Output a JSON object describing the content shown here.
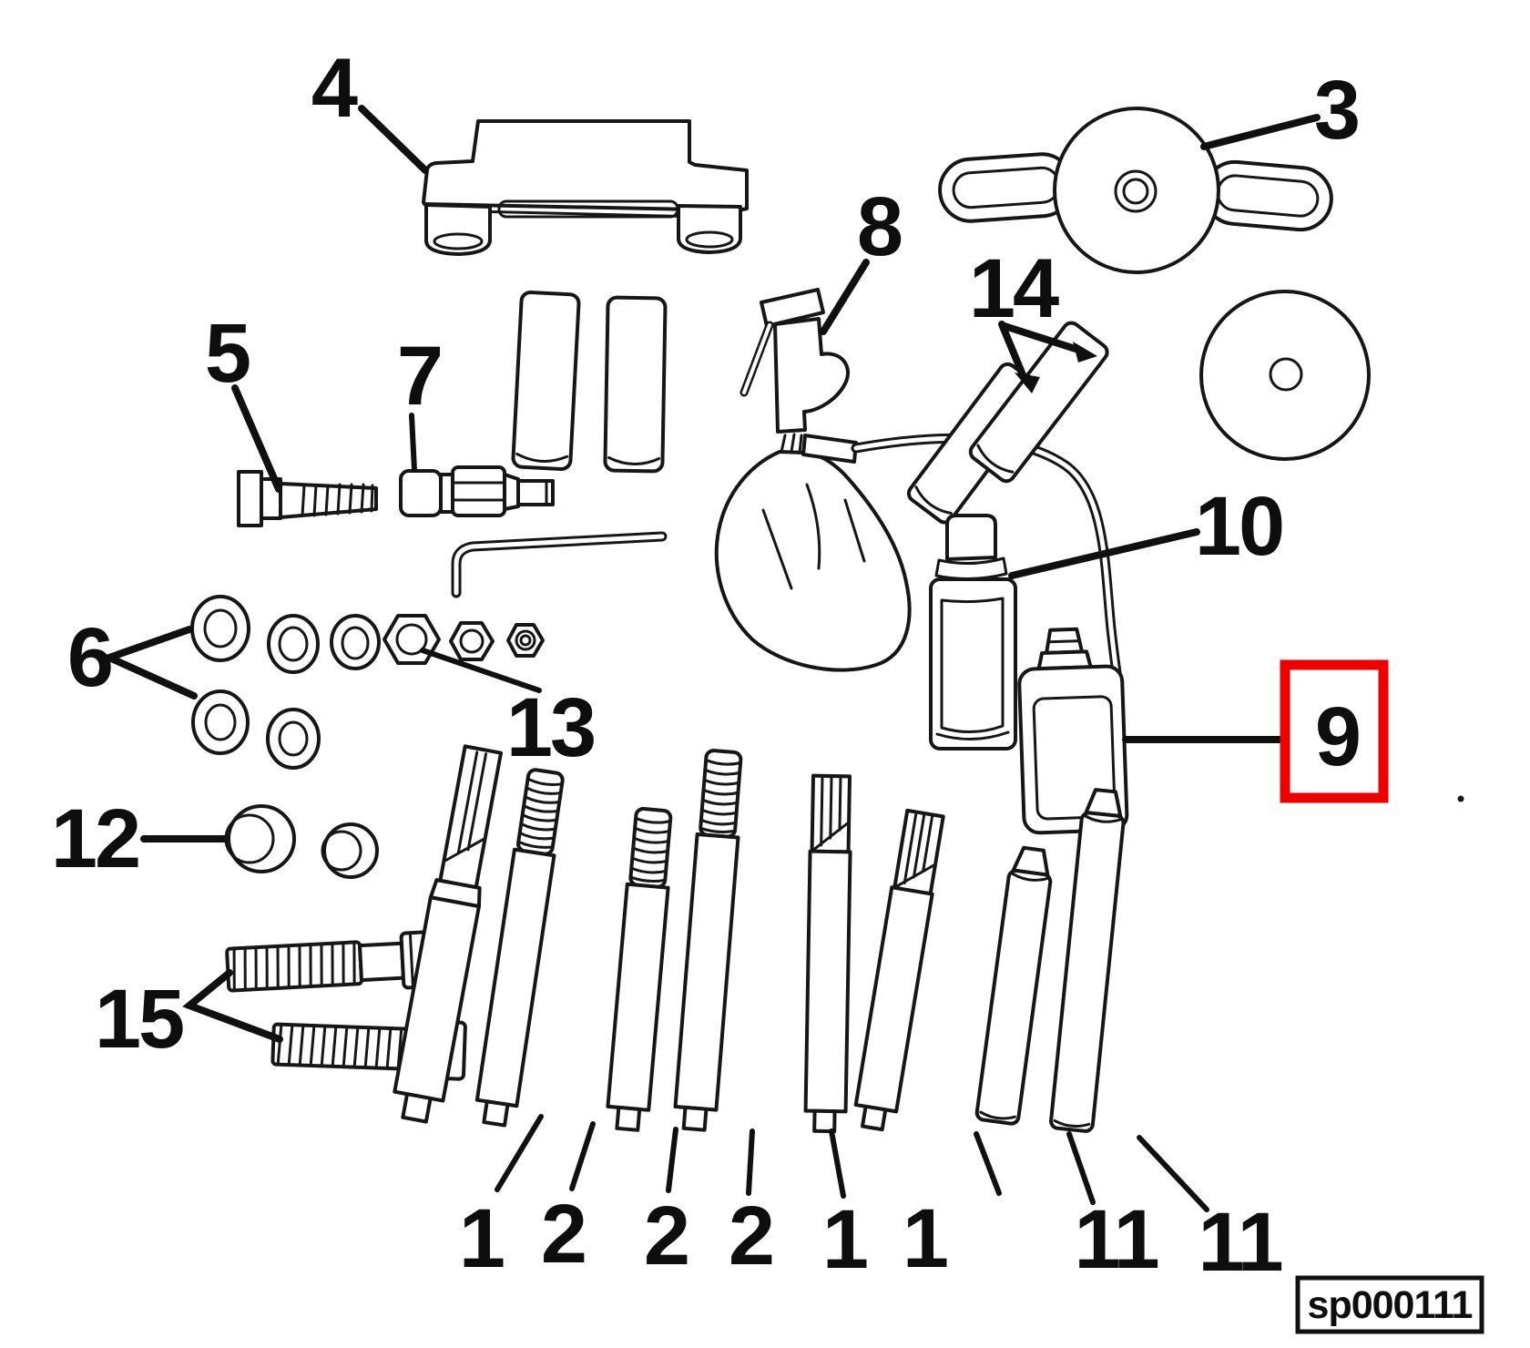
{
  "figure": {
    "code_label": "sp000111",
    "background_color": "#ffffff",
    "line_color": "#161616",
    "highlight_color": "#ee0000"
  },
  "callouts": {
    "bracket": "4",
    "wing_plate": "3",
    "pump_oiler": "8",
    "sleeves": "14",
    "bolt": "5",
    "adapter": "7",
    "washers": "6",
    "nuts": "13",
    "spray_can": "10",
    "bottle": "9",
    "bushings": "12",
    "hex_bolts": "15",
    "tools": [
      "1",
      "2",
      "2",
      "2",
      "1",
      "1",
      "11",
      "11"
    ]
  }
}
